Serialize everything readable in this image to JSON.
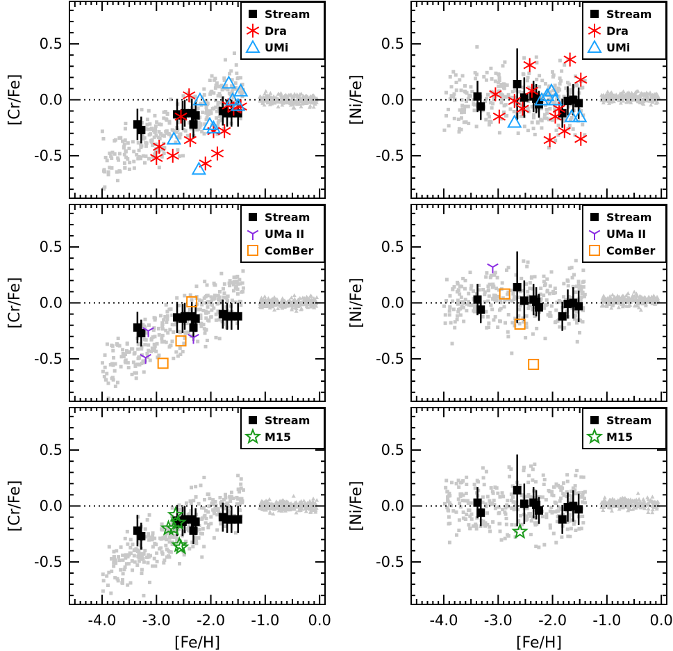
{
  "chart_data": [
    {
      "type": "scatter",
      "panel": "cr-dra-umi",
      "ylabel": "[Cr/Fe]",
      "xlabel": "",
      "xlim": [
        -4.6,
        0.1
      ],
      "ylim": [
        -0.88,
        0.88
      ],
      "xticks": [
        "-4.0",
        "-3.0",
        "-2.0",
        "-1.0",
        "0.0"
      ],
      "yticks": [
        "0.5",
        "0.0",
        "-0.5"
      ],
      "legend": {
        "position": "top-right",
        "entries": [
          {
            "label": "Stream",
            "marker": "square",
            "color": "#000000"
          },
          {
            "label": "Dra",
            "marker": "asterisk",
            "color": "#ff0000"
          },
          {
            "label": "UMi",
            "marker": "triangle",
            "color": "#1aa3ff"
          }
        ]
      },
      "series": [
        {
          "name": "Stream",
          "marker": "square",
          "color": "#000000",
          "points": [
            {
              "x": -3.35,
              "y": -0.22,
              "err": 0.14
            },
            {
              "x": -3.28,
              "y": -0.27,
              "err": 0.12
            },
            {
              "x": -2.62,
              "y": -0.13,
              "err": 0.14
            },
            {
              "x": -2.52,
              "y": -0.14,
              "err": 0.13
            },
            {
              "x": -2.48,
              "y": -0.12,
              "err": 0.12
            },
            {
              "x": -2.35,
              "y": -0.12,
              "err": 0.13
            },
            {
              "x": -2.32,
              "y": -0.22,
              "err": 0.12
            },
            {
              "x": -2.28,
              "y": -0.14,
              "err": 0.12
            },
            {
              "x": -1.78,
              "y": -0.1,
              "err": 0.13
            },
            {
              "x": -1.7,
              "y": -0.12,
              "err": 0.12
            },
            {
              "x": -1.62,
              "y": -0.12,
              "err": 0.12
            },
            {
              "x": -1.5,
              "y": -0.12,
              "err": 0.12
            }
          ]
        },
        {
          "name": "Dra",
          "marker": "asterisk",
          "color": "#ff0000",
          "points": [
            {
              "x": -3.0,
              "y": -0.52
            },
            {
              "x": -2.95,
              "y": -0.42
            },
            {
              "x": -2.7,
              "y": -0.5
            },
            {
              "x": -2.55,
              "y": -0.15
            },
            {
              "x": -2.4,
              "y": 0.04
            },
            {
              "x": -2.38,
              "y": -0.36
            },
            {
              "x": -2.1,
              "y": -0.57
            },
            {
              "x": -1.95,
              "y": -0.28
            },
            {
              "x": -1.88,
              "y": -0.48
            },
            {
              "x": -1.75,
              "y": -0.28
            },
            {
              "x": -1.68,
              "y": -0.05
            },
            {
              "x": -1.58,
              "y": -0.08
            },
            {
              "x": -1.45,
              "y": -0.06
            }
          ]
        },
        {
          "name": "UMi",
          "marker": "triangle",
          "color": "#1aa3ff",
          "points": [
            {
              "x": -2.68,
              "y": -0.35
            },
            {
              "x": -2.22,
              "y": -0.62
            },
            {
              "x": -2.2,
              "y": 0.0
            },
            {
              "x": -2.02,
              "y": -0.22
            },
            {
              "x": -1.95,
              "y": -0.25
            },
            {
              "x": -1.67,
              "y": 0.15
            },
            {
              "x": -1.6,
              "y": 0.0
            },
            {
              "x": -1.5,
              "y": -0.05
            },
            {
              "x": -1.45,
              "y": 0.08
            }
          ]
        }
      ]
    },
    {
      "type": "scatter",
      "panel": "ni-dra-umi",
      "ylabel": "[Ni/Fe]",
      "xlabel": "",
      "xlim": [
        -4.6,
        0.1
      ],
      "ylim": [
        -0.88,
        0.88
      ],
      "xticks": [
        "-4.0",
        "-3.0",
        "-2.0",
        "-1.0",
        "0.0"
      ],
      "yticks": [
        "0.5",
        "0.0",
        "-0.5"
      ],
      "legend": {
        "position": "top-right",
        "entries": [
          {
            "label": "Stream",
            "marker": "square",
            "color": "#000000"
          },
          {
            "label": "Dra",
            "marker": "asterisk",
            "color": "#ff0000"
          },
          {
            "label": "UMi",
            "marker": "triangle",
            "color": "#1aa3ff"
          }
        ]
      },
      "series": [
        {
          "name": "Stream",
          "marker": "square",
          "color": "#000000",
          "points": [
            {
              "x": -3.38,
              "y": 0.03,
              "err": 0.14
            },
            {
              "x": -3.32,
              "y": -0.06,
              "err": 0.12
            },
            {
              "x": -2.65,
              "y": 0.14,
              "err": 0.32
            },
            {
              "x": -2.52,
              "y": 0.02,
              "err": 0.18
            },
            {
              "x": -2.35,
              "y": 0.03,
              "err": 0.14
            },
            {
              "x": -2.3,
              "y": 0.01,
              "err": 0.13
            },
            {
              "x": -2.25,
              "y": -0.04,
              "err": 0.12
            },
            {
              "x": -1.82,
              "y": -0.12,
              "err": 0.13
            },
            {
              "x": -1.72,
              "y": -0.01,
              "err": 0.13
            },
            {
              "x": -1.62,
              "y": 0.0,
              "err": 0.14
            },
            {
              "x": -1.52,
              "y": -0.03,
              "err": 0.14
            }
          ]
        },
        {
          "name": "Dra",
          "marker": "asterisk",
          "color": "#ff0000",
          "points": [
            {
              "x": -3.05,
              "y": 0.05
            },
            {
              "x": -2.98,
              "y": -0.15
            },
            {
              "x": -2.7,
              "y": -0.01
            },
            {
              "x": -2.55,
              "y": -0.08
            },
            {
              "x": -2.42,
              "y": 0.31
            },
            {
              "x": -2.38,
              "y": 0.08
            },
            {
              "x": -2.05,
              "y": -0.36
            },
            {
              "x": -1.95,
              "y": -0.15
            },
            {
              "x": -1.88,
              "y": -0.08
            },
            {
              "x": -1.78,
              "y": -0.28
            },
            {
              "x": -1.68,
              "y": 0.36
            },
            {
              "x": -1.48,
              "y": 0.18
            },
            {
              "x": -1.48,
              "y": -0.35
            }
          ]
        },
        {
          "name": "UMi",
          "marker": "triangle",
          "color": "#1aa3ff",
          "points": [
            {
              "x": -2.7,
              "y": -0.2
            },
            {
              "x": -2.2,
              "y": 0.0
            },
            {
              "x": -2.1,
              "y": 0.04
            },
            {
              "x": -2.02,
              "y": 0.08
            },
            {
              "x": -1.95,
              "y": 0.0
            },
            {
              "x": -1.65,
              "y": -0.15
            },
            {
              "x": -1.5,
              "y": -0.15
            }
          ]
        }
      ]
    },
    {
      "type": "scatter",
      "panel": "cr-uma-comber",
      "ylabel": "[Cr/Fe]",
      "xlabel": "",
      "xlim": [
        -4.6,
        0.1
      ],
      "ylim": [
        -0.88,
        0.88
      ],
      "xticks": [
        "-4.0",
        "-3.0",
        "-2.0",
        "-1.0",
        "0.0"
      ],
      "yticks": [
        "0.5",
        "0.0",
        "-0.5"
      ],
      "legend": {
        "position": "top-right",
        "entries": [
          {
            "label": "Stream",
            "marker": "square",
            "color": "#000000"
          },
          {
            "label": "UMa II",
            "marker": "tripod",
            "color": "#8a2be2"
          },
          {
            "label": "ComBer",
            "marker": "open-square",
            "color": "#ff8c00"
          }
        ]
      },
      "series": [
        {
          "name": "Stream",
          "marker": "square",
          "color": "#000000",
          "points": [
            {
              "x": -3.35,
              "y": -0.22,
              "err": 0.14
            },
            {
              "x": -3.28,
              "y": -0.27,
              "err": 0.12
            },
            {
              "x": -2.62,
              "y": -0.13,
              "err": 0.14
            },
            {
              "x": -2.52,
              "y": -0.14,
              "err": 0.13
            },
            {
              "x": -2.48,
              "y": -0.12,
              "err": 0.12
            },
            {
              "x": -2.35,
              "y": -0.12,
              "err": 0.13
            },
            {
              "x": -2.32,
              "y": -0.22,
              "err": 0.12
            },
            {
              "x": -2.28,
              "y": -0.14,
              "err": 0.12
            },
            {
              "x": -1.78,
              "y": -0.1,
              "err": 0.13
            },
            {
              "x": -1.7,
              "y": -0.12,
              "err": 0.12
            },
            {
              "x": -1.62,
              "y": -0.12,
              "err": 0.12
            },
            {
              "x": -1.5,
              "y": -0.12,
              "err": 0.12
            }
          ]
        },
        {
          "name": "UMa II",
          "marker": "tripod",
          "color": "#8a2be2",
          "points": [
            {
              "x": -3.15,
              "y": -0.25
            },
            {
              "x": -3.2,
              "y": -0.49
            },
            {
              "x": -2.32,
              "y": -0.31
            }
          ]
        },
        {
          "name": "ComBer",
          "marker": "open-square",
          "color": "#ff8c00",
          "points": [
            {
              "x": -2.88,
              "y": -0.54
            },
            {
              "x": -2.55,
              "y": -0.34
            },
            {
              "x": -2.35,
              "y": 0.01
            }
          ]
        }
      ]
    },
    {
      "type": "scatter",
      "panel": "ni-uma-comber",
      "ylabel": "[Ni/Fe]",
      "xlabel": "",
      "xlim": [
        -4.6,
        0.1
      ],
      "ylim": [
        -0.88,
        0.88
      ],
      "xticks": [
        "-4.0",
        "-3.0",
        "-2.0",
        "-1.0",
        "0.0"
      ],
      "yticks": [
        "0.5",
        "0.0",
        "-0.5"
      ],
      "legend": {
        "position": "top-right",
        "entries": [
          {
            "label": "Stream",
            "marker": "square",
            "color": "#000000"
          },
          {
            "label": "UMa II",
            "marker": "tripod",
            "color": "#8a2be2"
          },
          {
            "label": "ComBer",
            "marker": "open-square",
            "color": "#ff8c00"
          }
        ]
      },
      "series": [
        {
          "name": "Stream",
          "marker": "square",
          "color": "#000000",
          "points": [
            {
              "x": -3.38,
              "y": 0.03,
              "err": 0.14
            },
            {
              "x": -3.32,
              "y": -0.06,
              "err": 0.12
            },
            {
              "x": -2.65,
              "y": 0.14,
              "err": 0.32
            },
            {
              "x": -2.52,
              "y": 0.02,
              "err": 0.18
            },
            {
              "x": -2.35,
              "y": 0.03,
              "err": 0.14
            },
            {
              "x": -2.3,
              "y": 0.01,
              "err": 0.13
            },
            {
              "x": -2.25,
              "y": -0.04,
              "err": 0.12
            },
            {
              "x": -1.82,
              "y": -0.12,
              "err": 0.13
            },
            {
              "x": -1.72,
              "y": -0.01,
              "err": 0.13
            },
            {
              "x": -1.62,
              "y": 0.0,
              "err": 0.14
            },
            {
              "x": -1.52,
              "y": -0.03,
              "err": 0.14
            }
          ]
        },
        {
          "name": "UMa II",
          "marker": "tripod",
          "color": "#8a2be2",
          "points": [
            {
              "x": -3.1,
              "y": 0.32
            }
          ]
        },
        {
          "name": "ComBer",
          "marker": "open-square",
          "color": "#ff8c00",
          "points": [
            {
              "x": -2.88,
              "y": 0.08
            },
            {
              "x": -2.6,
              "y": -0.19
            },
            {
              "x": -2.35,
              "y": -0.55
            }
          ]
        }
      ]
    },
    {
      "type": "scatter",
      "panel": "cr-m15",
      "ylabel": "[Cr/Fe]",
      "xlabel": "[Fe/H]",
      "xlim": [
        -4.6,
        0.1
      ],
      "ylim": [
        -0.88,
        0.88
      ],
      "xticks": [
        "-4.0",
        "-3.0",
        "-2.0",
        "-1.0",
        "0.0"
      ],
      "yticks": [
        "0.5",
        "0.0",
        "-0.5"
      ],
      "legend": {
        "position": "top-right",
        "entries": [
          {
            "label": "Stream",
            "marker": "square",
            "color": "#000000"
          },
          {
            "label": "M15",
            "marker": "star",
            "color": "#1a9a1a"
          }
        ]
      },
      "series": [
        {
          "name": "Stream",
          "marker": "square",
          "color": "#000000",
          "points": [
            {
              "x": -3.35,
              "y": -0.22,
              "err": 0.14
            },
            {
              "x": -3.28,
              "y": -0.27,
              "err": 0.12
            },
            {
              "x": -2.62,
              "y": -0.13,
              "err": 0.14
            },
            {
              "x": -2.52,
              "y": -0.14,
              "err": 0.13
            },
            {
              "x": -2.48,
              "y": -0.12,
              "err": 0.12
            },
            {
              "x": -2.35,
              "y": -0.12,
              "err": 0.13
            },
            {
              "x": -2.32,
              "y": -0.22,
              "err": 0.12
            },
            {
              "x": -2.28,
              "y": -0.14,
              "err": 0.12
            },
            {
              "x": -1.78,
              "y": -0.1,
              "err": 0.13
            },
            {
              "x": -1.7,
              "y": -0.12,
              "err": 0.12
            },
            {
              "x": -1.62,
              "y": -0.12,
              "err": 0.12
            },
            {
              "x": -1.5,
              "y": -0.12,
              "err": 0.12
            }
          ]
        },
        {
          "name": "M15",
          "marker": "star",
          "color": "#1a9a1a",
          "points": [
            {
              "x": -2.78,
              "y": -0.2
            },
            {
              "x": -2.68,
              "y": -0.2
            },
            {
              "x": -2.65,
              "y": -0.08
            },
            {
              "x": -2.6,
              "y": -0.15
            },
            {
              "x": -2.58,
              "y": -0.35
            },
            {
              "x": -2.55,
              "y": -0.37
            }
          ]
        }
      ]
    },
    {
      "type": "scatter",
      "panel": "ni-m15",
      "ylabel": "[Ni/Fe]",
      "xlabel": "[Fe/H]",
      "xlim": [
        -4.6,
        0.1
      ],
      "ylim": [
        -0.88,
        0.88
      ],
      "xticks": [
        "-4.0",
        "-3.0",
        "-2.0",
        "-1.0",
        "0.0"
      ],
      "yticks": [
        "0.5",
        "0.0",
        "-0.5"
      ],
      "legend": {
        "position": "top-right",
        "entries": [
          {
            "label": "Stream",
            "marker": "square",
            "color": "#000000"
          },
          {
            "label": "M15",
            "marker": "star",
            "color": "#1a9a1a"
          }
        ]
      },
      "series": [
        {
          "name": "Stream",
          "marker": "square",
          "color": "#000000",
          "points": [
            {
              "x": -3.38,
              "y": 0.03,
              "err": 0.14
            },
            {
              "x": -3.32,
              "y": -0.06,
              "err": 0.12
            },
            {
              "x": -2.65,
              "y": 0.14,
              "err": 0.32
            },
            {
              "x": -2.52,
              "y": 0.02,
              "err": 0.18
            },
            {
              "x": -2.35,
              "y": 0.03,
              "err": 0.14
            },
            {
              "x": -2.3,
              "y": 0.01,
              "err": 0.13
            },
            {
              "x": -2.25,
              "y": -0.04,
              "err": 0.12
            },
            {
              "x": -1.82,
              "y": -0.12,
              "err": 0.13
            },
            {
              "x": -1.72,
              "y": -0.01,
              "err": 0.13
            },
            {
              "x": -1.62,
              "y": 0.0,
              "err": 0.14
            },
            {
              "x": -1.52,
              "y": -0.03,
              "err": 0.14
            }
          ]
        },
        {
          "name": "M15",
          "marker": "star",
          "color": "#1a9a1a",
          "points": [
            {
              "x": -2.6,
              "y": -0.23
            }
          ]
        }
      ]
    }
  ],
  "colors": {
    "background_sample": "#c8c8c8",
    "axis": "#000000"
  }
}
